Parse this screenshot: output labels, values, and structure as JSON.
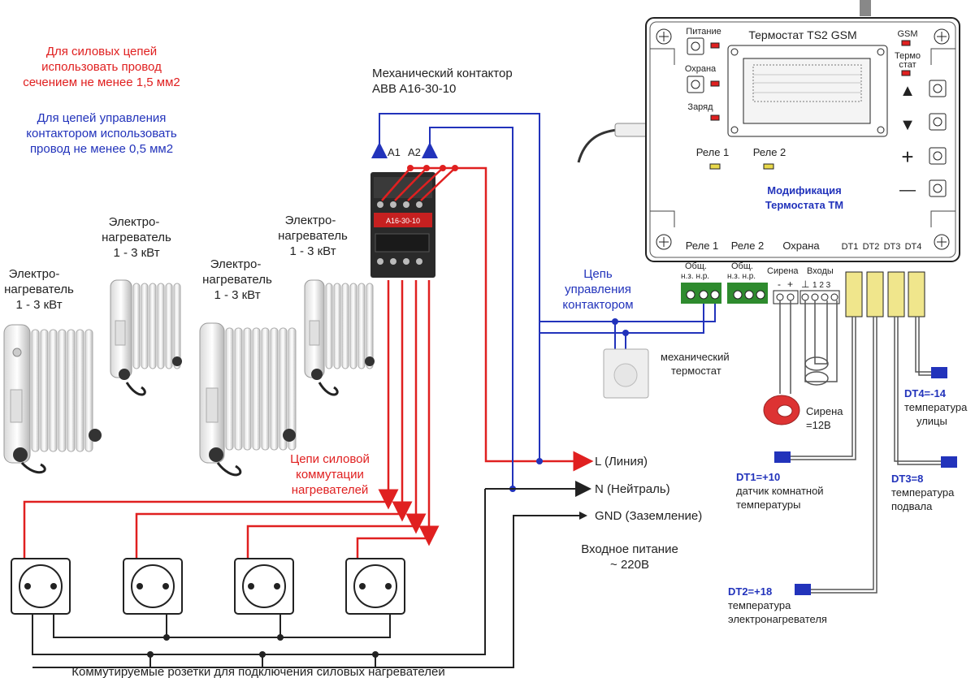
{
  "notes": {
    "power_lines": [
      "Для силовых цепей",
      "использовать провод",
      "сечением не менее 1,5 мм2"
    ],
    "control_lines": [
      "Для цепей управления",
      "контактором использовать",
      "провод не менее 0,5 мм2"
    ]
  },
  "contactor": {
    "title_lines": [
      "Механический контактор",
      "ABB A16-30-10"
    ],
    "a1": "A1",
    "a2": "A2",
    "face_label": "A16-30-10"
  },
  "heaters": [
    {
      "lines": [
        "Электро-",
        "нагреватель",
        "1 - 3 кВт"
      ]
    },
    {
      "lines": [
        "Электро-",
        "нагреватель",
        "1 - 3 кВт"
      ]
    },
    {
      "lines": [
        "Электро-",
        "нагреватель",
        "1 - 3 кВт"
      ]
    },
    {
      "lines": [
        "Электро-",
        "нагреватель",
        "1 - 3 кВт"
      ]
    }
  ],
  "power_circuit_label": [
    "Цепи силовой",
    "коммутации",
    "нагревателей"
  ],
  "control_circuit_label": [
    "Цепь",
    "управления",
    "контактором"
  ],
  "mech_thermostat": [
    "механический",
    "термостат"
  ],
  "supply": {
    "L": "L (Линия)",
    "N": "N (Нейтраль)",
    "GND": "GND (Заземление)",
    "input_lines": [
      "Входное питание",
      "~ 220В"
    ]
  },
  "sockets_caption": "Коммутируемые розетки для подключения силовых  нагревателей",
  "device": {
    "title": "Термостат TS2 GSM",
    "left_leds": [
      "Питание",
      "Охрана",
      "Заряд"
    ],
    "gsm": "GSM",
    "thermo_lines": [
      "Термо",
      "стат"
    ],
    "relay1": "Реле 1",
    "relay2": "Реле 2",
    "modification_lines": [
      "Модификация",
      "Термостата ТМ"
    ],
    "bottom_labels": [
      "Реле 1",
      "Реле 2",
      "Охрана",
      "DT1",
      "DT2",
      "DT3",
      "DT4"
    ],
    "buttons": [
      "▲",
      "▼",
      "+",
      "—"
    ]
  },
  "terminals": {
    "common1": "Общ.",
    "nc_no1": "н.з.  н.р.",
    "common2": "Общ.",
    "nc_no2": "н.з.  н.р.",
    "siren": "Сирена",
    "minus": "-",
    "plus": "+",
    "inputs": "Входы",
    "inputs_nums": "1  2  3"
  },
  "siren_lines": [
    "Сирена",
    "=12В"
  ],
  "sensors": [
    {
      "title": "DT1=+10",
      "lines": [
        "датчик комнатной",
        "температуры"
      ]
    },
    {
      "title": "DT2=+18",
      "lines": [
        "температура",
        "электронагревателя"
      ]
    },
    {
      "title": "DT3=8",
      "lines": [
        "температура",
        "подвала"
      ]
    },
    {
      "title": "DT4=-14",
      "lines": [
        "температура",
        "улицы"
      ]
    }
  ],
  "colors": {
    "red": "#e02020",
    "blue": "#2233bb",
    "wire": "#222222",
    "panel_green": "#2e8b2e"
  }
}
